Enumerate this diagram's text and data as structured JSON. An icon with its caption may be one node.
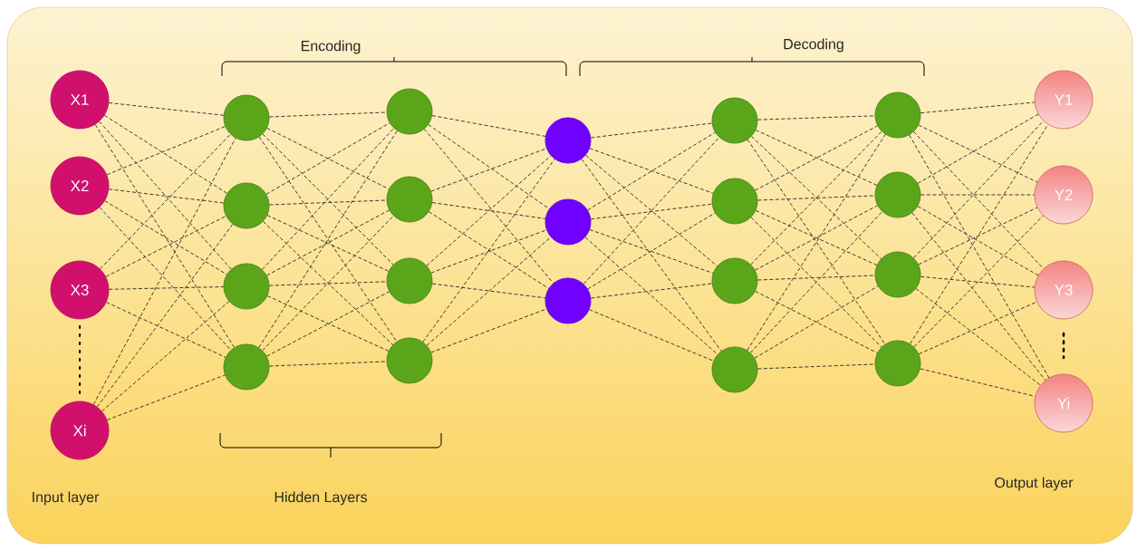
{
  "diagram": {
    "nodes": [
      {
        "text": [
          "X1"
        ]
      },
      {
        "text": [
          "X2"
        ]
      },
      {
        "text": [
          "X3"
        ]
      },
      {
        "text": [
          "Xi"
        ]
      },
      {
        "text": [],
        "shape": "circle"
      },
      {
        "text": [],
        "shape": "circle"
      },
      {
        "text": [],
        "shape": "circle"
      },
      {
        "text": [],
        "shape": "circle"
      },
      {
        "text": [],
        "shape": "circle"
      },
      {
        "text": [],
        "shape": "circle"
      },
      {
        "text": [],
        "shape": "circle"
      },
      {
        "text": [],
        "shape": "circle"
      },
      {
        "text": [],
        "shape": "circle"
      },
      {
        "text": [],
        "shape": "circle"
      },
      {
        "text": [],
        "shape": "circle"
      },
      {
        "text": [],
        "shape": "circle"
      },
      {
        "text": [],
        "shape": "circle"
      },
      {
        "text": [],
        "shape": "circle"
      },
      {
        "text": [],
        "shape": "circle"
      },
      {
        "text": [],
        "shape": "circle"
      },
      {
        "text": [],
        "shape": "circle"
      },
      {
        "text": [],
        "shape": "circle"
      },
      {
        "text": [],
        "shape": "circle"
      },
      {
        "text": [
          "Y1"
        ]
      },
      {
        "text": [
          "Y2"
        ]
      },
      {
        "text": [
          "Y3"
        ]
      },
      {
        "text": [
          "Yi"
        ]
      }
    ],
    "edges": [
      {
        "from": 0,
        "to": 4,
        "arrow": "none",
        "style": "dashed"
      },
      {
        "from": 0,
        "to": 5,
        "arrow": "none",
        "style": "dashed"
      },
      {
        "from": 0,
        "to": 6,
        "arrow": "none",
        "style": "dashed"
      },
      {
        "from": 0,
        "to": 7,
        "arrow": "none",
        "style": "dashed"
      },
      {
        "from": 1,
        "to": 4,
        "arrow": "none",
        "style": "dashed"
      },
      {
        "from": 1,
        "to": 5,
        "arrow": "none",
        "style": "dashed"
      },
      {
        "from": 1,
        "to": 6,
        "arrow": "none",
        "style": "dashed"
      },
      {
        "from": 1,
        "to": 7,
        "arrow": "none",
        "style": "dashed"
      },
      {
        "from": 2,
        "to": 4,
        "arrow": "none",
        "style": "dashed"
      },
      {
        "from": 2,
        "to": 5,
        "arrow": "none",
        "style": "dashed"
      },
      {
        "from": 2,
        "to": 6,
        "arrow": "none",
        "style": "dashed"
      },
      {
        "from": 2,
        "to": 7,
        "arrow": "none",
        "style": "dashed"
      },
      {
        "from": 3,
        "to": 4,
        "arrow": "none",
        "style": "dashed"
      },
      {
        "from": 3,
        "to": 5,
        "arrow": "none",
        "style": "dashed"
      },
      {
        "from": 3,
        "to": 6,
        "arrow": "none",
        "style": "dashed"
      },
      {
        "from": 3,
        "to": 7,
        "arrow": "none",
        "style": "dashed"
      },
      {
        "from": 4,
        "to": 8,
        "arrow": "none",
        "style": "dashed"
      },
      {
        "from": 4,
        "to": 9,
        "arrow": "none",
        "style": "dashed"
      },
      {
        "from": 4,
        "to": 10,
        "arrow": "none",
        "style": "dashed"
      },
      {
        "from": 4,
        "to": 11,
        "arrow": "none",
        "style": "dashed"
      },
      {
        "from": 5,
        "to": 8,
        "arrow": "none",
        "style": "dashed"
      },
      {
        "from": 5,
        "to": 9,
        "arrow": "none",
        "style": "dashed"
      },
      {
        "from": 5,
        "to": 10,
        "arrow": "none",
        "style": "dashed"
      },
      {
        "from": 5,
        "to": 11,
        "arrow": "none",
        "style": "dashed"
      },
      {
        "from": 6,
        "to": 8,
        "arrow": "none",
        "style": "dashed"
      },
      {
        "from": 6,
        "to": 9,
        "arrow": "none",
        "style": "dashed"
      },
      {
        "from": 6,
        "to": 10,
        "arrow": "none",
        "style": "dashed"
      },
      {
        "from": 6,
        "to": 11,
        "arrow": "none",
        "style": "dashed"
      },
      {
        "from": 7,
        "to": 8,
        "arrow": "none",
        "style": "dashed"
      },
      {
        "from": 7,
        "to": 9,
        "arrow": "none",
        "style": "dashed"
      },
      {
        "from": 7,
        "to": 10,
        "arrow": "none",
        "style": "dashed"
      },
      {
        "from": 7,
        "to": 11,
        "arrow": "none",
        "style": "dashed"
      },
      {
        "from": 8,
        "to": 12,
        "arrow": "none",
        "style": "dashed"
      },
      {
        "from": 8,
        "to": 13,
        "arrow": "none",
        "style": "dashed"
      },
      {
        "from": 8,
        "to": 14,
        "arrow": "none",
        "style": "dashed"
      },
      {
        "from": 9,
        "to": 12,
        "arrow": "none",
        "style": "dashed"
      },
      {
        "from": 9,
        "to": 13,
        "arrow": "none",
        "style": "dashed"
      },
      {
        "from": 9,
        "to": 14,
        "arrow": "none",
        "style": "dashed"
      },
      {
        "from": 10,
        "to": 12,
        "arrow": "none",
        "style": "dashed"
      },
      {
        "from": 10,
        "to": 13,
        "arrow": "none",
        "style": "dashed"
      },
      {
        "from": 10,
        "to": 14,
        "arrow": "none",
        "style": "dashed"
      },
      {
        "from": 11,
        "to": 12,
        "arrow": "none",
        "style": "dashed"
      },
      {
        "from": 11,
        "to": 13,
        "arrow": "none",
        "style": "dashed"
      },
      {
        "from": 11,
        "to": 14,
        "arrow": "none",
        "style": "dashed"
      },
      {
        "from": 12,
        "to": 15,
        "arrow": "none",
        "style": "dashed"
      },
      {
        "from": 12,
        "to": 16,
        "arrow": "none",
        "style": "dashed"
      },
      {
        "from": 12,
        "to": 17,
        "arrow": "none",
        "style": "dashed"
      },
      {
        "from": 12,
        "to": 18,
        "arrow": "none",
        "style": "dashed"
      },
      {
        "from": 13,
        "to": 15,
        "arrow": "none",
        "style": "dashed"
      },
      {
        "from": 13,
        "to": 16,
        "arrow": "none",
        "style": "dashed"
      },
      {
        "from": 13,
        "to": 17,
        "arrow": "none",
        "style": "dashed"
      },
      {
        "from": 13,
        "to": 18,
        "arrow": "none",
        "style": "dashed"
      },
      {
        "from": 14,
        "to": 15,
        "arrow": "none",
        "style": "dashed"
      },
      {
        "from": 14,
        "to": 16,
        "arrow": "none",
        "style": "dashed"
      },
      {
        "from": 14,
        "to": 17,
        "arrow": "none",
        "style": "dashed"
      },
      {
        "from": 14,
        "to": 18,
        "arrow": "none",
        "style": "dashed"
      },
      {
        "from": 15,
        "to": 19,
        "arrow": "none",
        "style": "dashed"
      },
      {
        "from": 15,
        "to": 20,
        "arrow": "none",
        "style": "dashed"
      },
      {
        "from": 15,
        "to": 21,
        "arrow": "none",
        "style": "dashed"
      },
      {
        "from": 15,
        "to": 22,
        "arrow": "none",
        "style": "dashed"
      },
      {
        "from": 16,
        "to": 19,
        "arrow": "none",
        "style": "dashed"
      },
      {
        "from": 16,
        "to": 20,
        "arrow": "none",
        "style": "dashed"
      },
      {
        "from": 16,
        "to": 21,
        "arrow": "none",
        "style": "dashed"
      },
      {
        "from": 16,
        "to": 22,
        "arrow": "none",
        "style": "dashed"
      },
      {
        "from": 17,
        "to": 19,
        "arrow": "none",
        "style": "dashed"
      },
      {
        "from": 17,
        "to": 20,
        "arrow": "none",
        "style": "dashed"
      },
      {
        "from": 17,
        "to": 21,
        "arrow": "none",
        "style": "dashed"
      },
      {
        "from": 17,
        "to": 22,
        "arrow": "none",
        "style": "dashed"
      },
      {
        "from": 18,
        "to": 19,
        "arrow": "none",
        "style": "dashed"
      },
      {
        "from": 18,
        "to": 20,
        "arrow": "none",
        "style": "dashed"
      },
      {
        "from": 18,
        "to": 21,
        "arrow": "none",
        "style": "dashed"
      },
      {
        "from": 18,
        "to": 22,
        "arrow": "none",
        "style": "dashed"
      },
      {
        "from": 19,
        "to": 23,
        "arrow": "none",
        "style": "dashed"
      },
      {
        "from": 19,
        "to": 24,
        "arrow": "none",
        "style": "dashed"
      },
      {
        "from": 19,
        "to": 25,
        "arrow": "none",
        "style": "dashed"
      },
      {
        "from": 19,
        "to": 26,
        "arrow": "none",
        "style": "dashed"
      },
      {
        "from": 20,
        "to": 23,
        "arrow": "none",
        "style": "dashed"
      },
      {
        "from": 20,
        "to": 24,
        "arrow": "none",
        "style": "dashed"
      },
      {
        "from": 20,
        "to": 25,
        "arrow": "none",
        "style": "dashed"
      },
      {
        "from": 20,
        "to": 26,
        "arrow": "none",
        "style": "dashed"
      },
      {
        "from": 21,
        "to": 23,
        "arrow": "none",
        "style": "dashed"
      },
      {
        "from": 21,
        "to": 24,
        "arrow": "none",
        "style": "dashed"
      },
      {
        "from": 21,
        "to": 25,
        "arrow": "none",
        "style": "dashed"
      },
      {
        "from": 21,
        "to": 26,
        "arrow": "none",
        "style": "dashed"
      },
      {
        "from": 22,
        "to": 23,
        "arrow": "none",
        "style": "dashed"
      },
      {
        "from": 22,
        "to": 24,
        "arrow": "none",
        "style": "dashed"
      },
      {
        "from": 22,
        "to": 25,
        "arrow": "none",
        "style": "dashed"
      },
      {
        "from": 22,
        "to": 26,
        "arrow": "none",
        "style": "dashed"
      }
    ],
    "labels": [
      "Encoding",
      "Decoding",
      "Output layer",
      "Input layer",
      "Hidden Layers"
    ]
  }
}
